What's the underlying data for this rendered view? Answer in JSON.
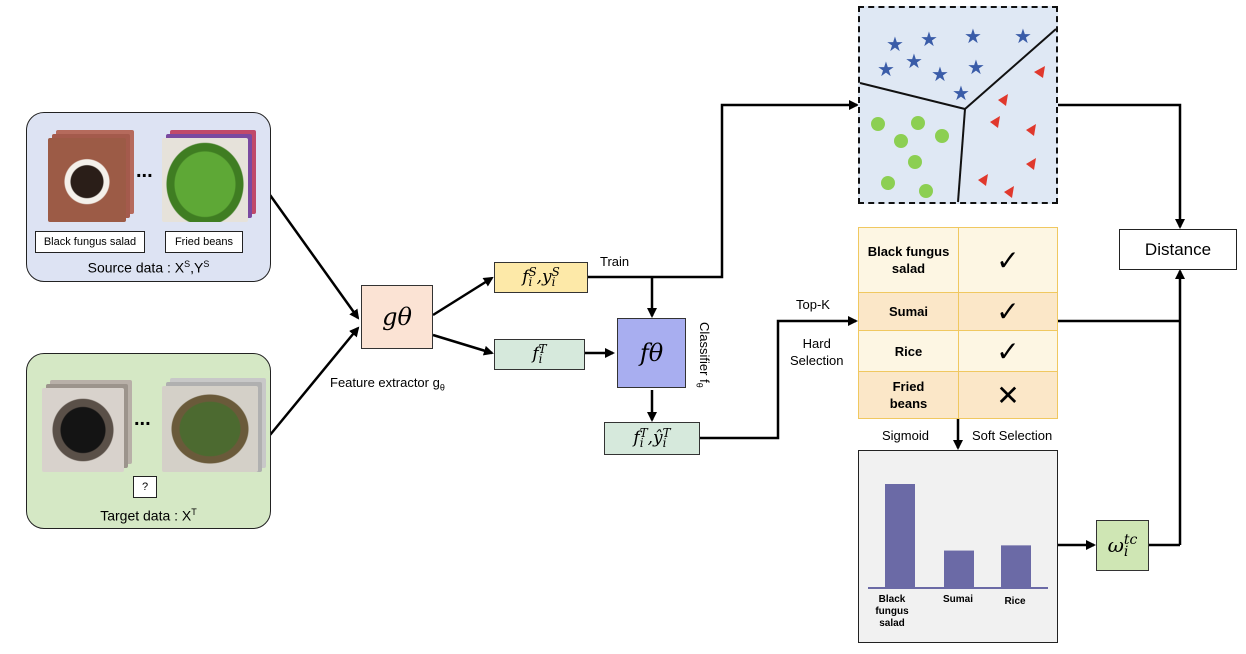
{
  "source": {
    "labels": [
      "Black fungus salad",
      "Fried beans"
    ],
    "ellipsis": "...",
    "caption": "Source data : X",
    "caption_sup": "S",
    "caption_mid": ",Y",
    "caption_sup2": "S"
  },
  "target": {
    "unknown_label": "?",
    "ellipsis": "...",
    "caption": "Target data : X",
    "caption_sup": "T"
  },
  "extractor": {
    "symbol": "gθ",
    "caption": "Feature extractor g",
    "caption_sub": "θ"
  },
  "features": {
    "source_pair": "f_i^S ,y_i^S",
    "target": "f_i^T",
    "target_pair": "f_i^T ,ŷ_i^T",
    "train_label": "Train"
  },
  "classifier": {
    "symbol": "fθ",
    "side_label": "Classifier f",
    "side_label_sub": "θ"
  },
  "selection": {
    "topk_label": "Top-K",
    "hard_label_1": "Hard",
    "hard_label_2": "Selection",
    "sigmoid_label": "Sigmoid",
    "soft_label": "Soft Selection"
  },
  "table": {
    "rows": [
      {
        "name": "Black fungus salad",
        "mark": "✓"
      },
      {
        "name": "Sumai",
        "mark": "✓"
      },
      {
        "name": "Rice",
        "mark": "✓"
      },
      {
        "name": "Fried beans",
        "mark": "✕"
      }
    ]
  },
  "distance": {
    "label": "Distance"
  },
  "weight": {
    "symbol": "ω_i^tc"
  },
  "chart_data": {
    "type": "bar",
    "categories": [
      "Black fungus salad",
      "Sumai",
      "Rice"
    ],
    "values": [
      1.0,
      0.36,
      0.41
    ]
  },
  "colors": {
    "source_bg": "#dde3f3",
    "target_bg": "#d5e8c5",
    "extractor_bg": "#fbe3d4",
    "feature_source_bg": "#fde9a8",
    "feature_target_bg": "#d6e9dc",
    "classifier_bg": "#a8aef0",
    "cluster_bg": "#dfe8f4",
    "table_bg": "#fdf6e3",
    "table_alt_bg": "#fbe7c8",
    "weight_bg": "#cfe6b4",
    "bar_color": "#6b6aa6",
    "star_color": "#3a5ca8",
    "circle_color": "#8ccf52",
    "triangle_color": "#e0382c"
  }
}
